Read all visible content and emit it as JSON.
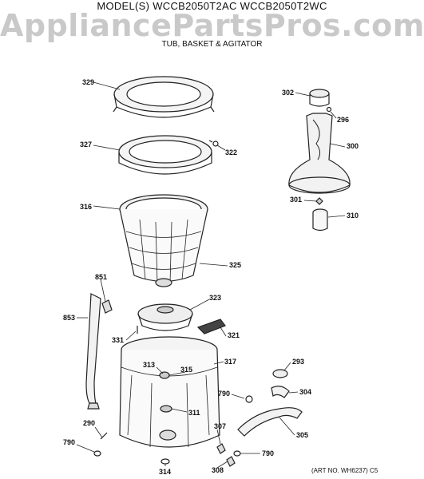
{
  "header": {
    "model_line": "MODEL(S) WCCB2050T2AC WCCB2050T2WC",
    "section_title": "TUB, BASKET & AGITATOR"
  },
  "watermark": "AppliancePartsPros.com",
  "art_number": "(ART NO. WH6237) C5",
  "callouts": {
    "p329": "329",
    "p327": "327",
    "p322": "322",
    "p316": "316",
    "p325": "325",
    "p302": "302",
    "p296": "296",
    "p300": "300",
    "p301": "301",
    "p310": "310",
    "p851": "851",
    "p853": "853",
    "p323": "323",
    "p331": "331",
    "p321": "321",
    "p313": "313",
    "p315": "315",
    "p317": "317",
    "p293": "293",
    "p790a": "790",
    "p304": "304",
    "p311": "311",
    "p307": "307",
    "p305": "305",
    "p290": "290",
    "p790b": "790",
    "p790c": "790",
    "p314": "314",
    "p308": "308"
  }
}
